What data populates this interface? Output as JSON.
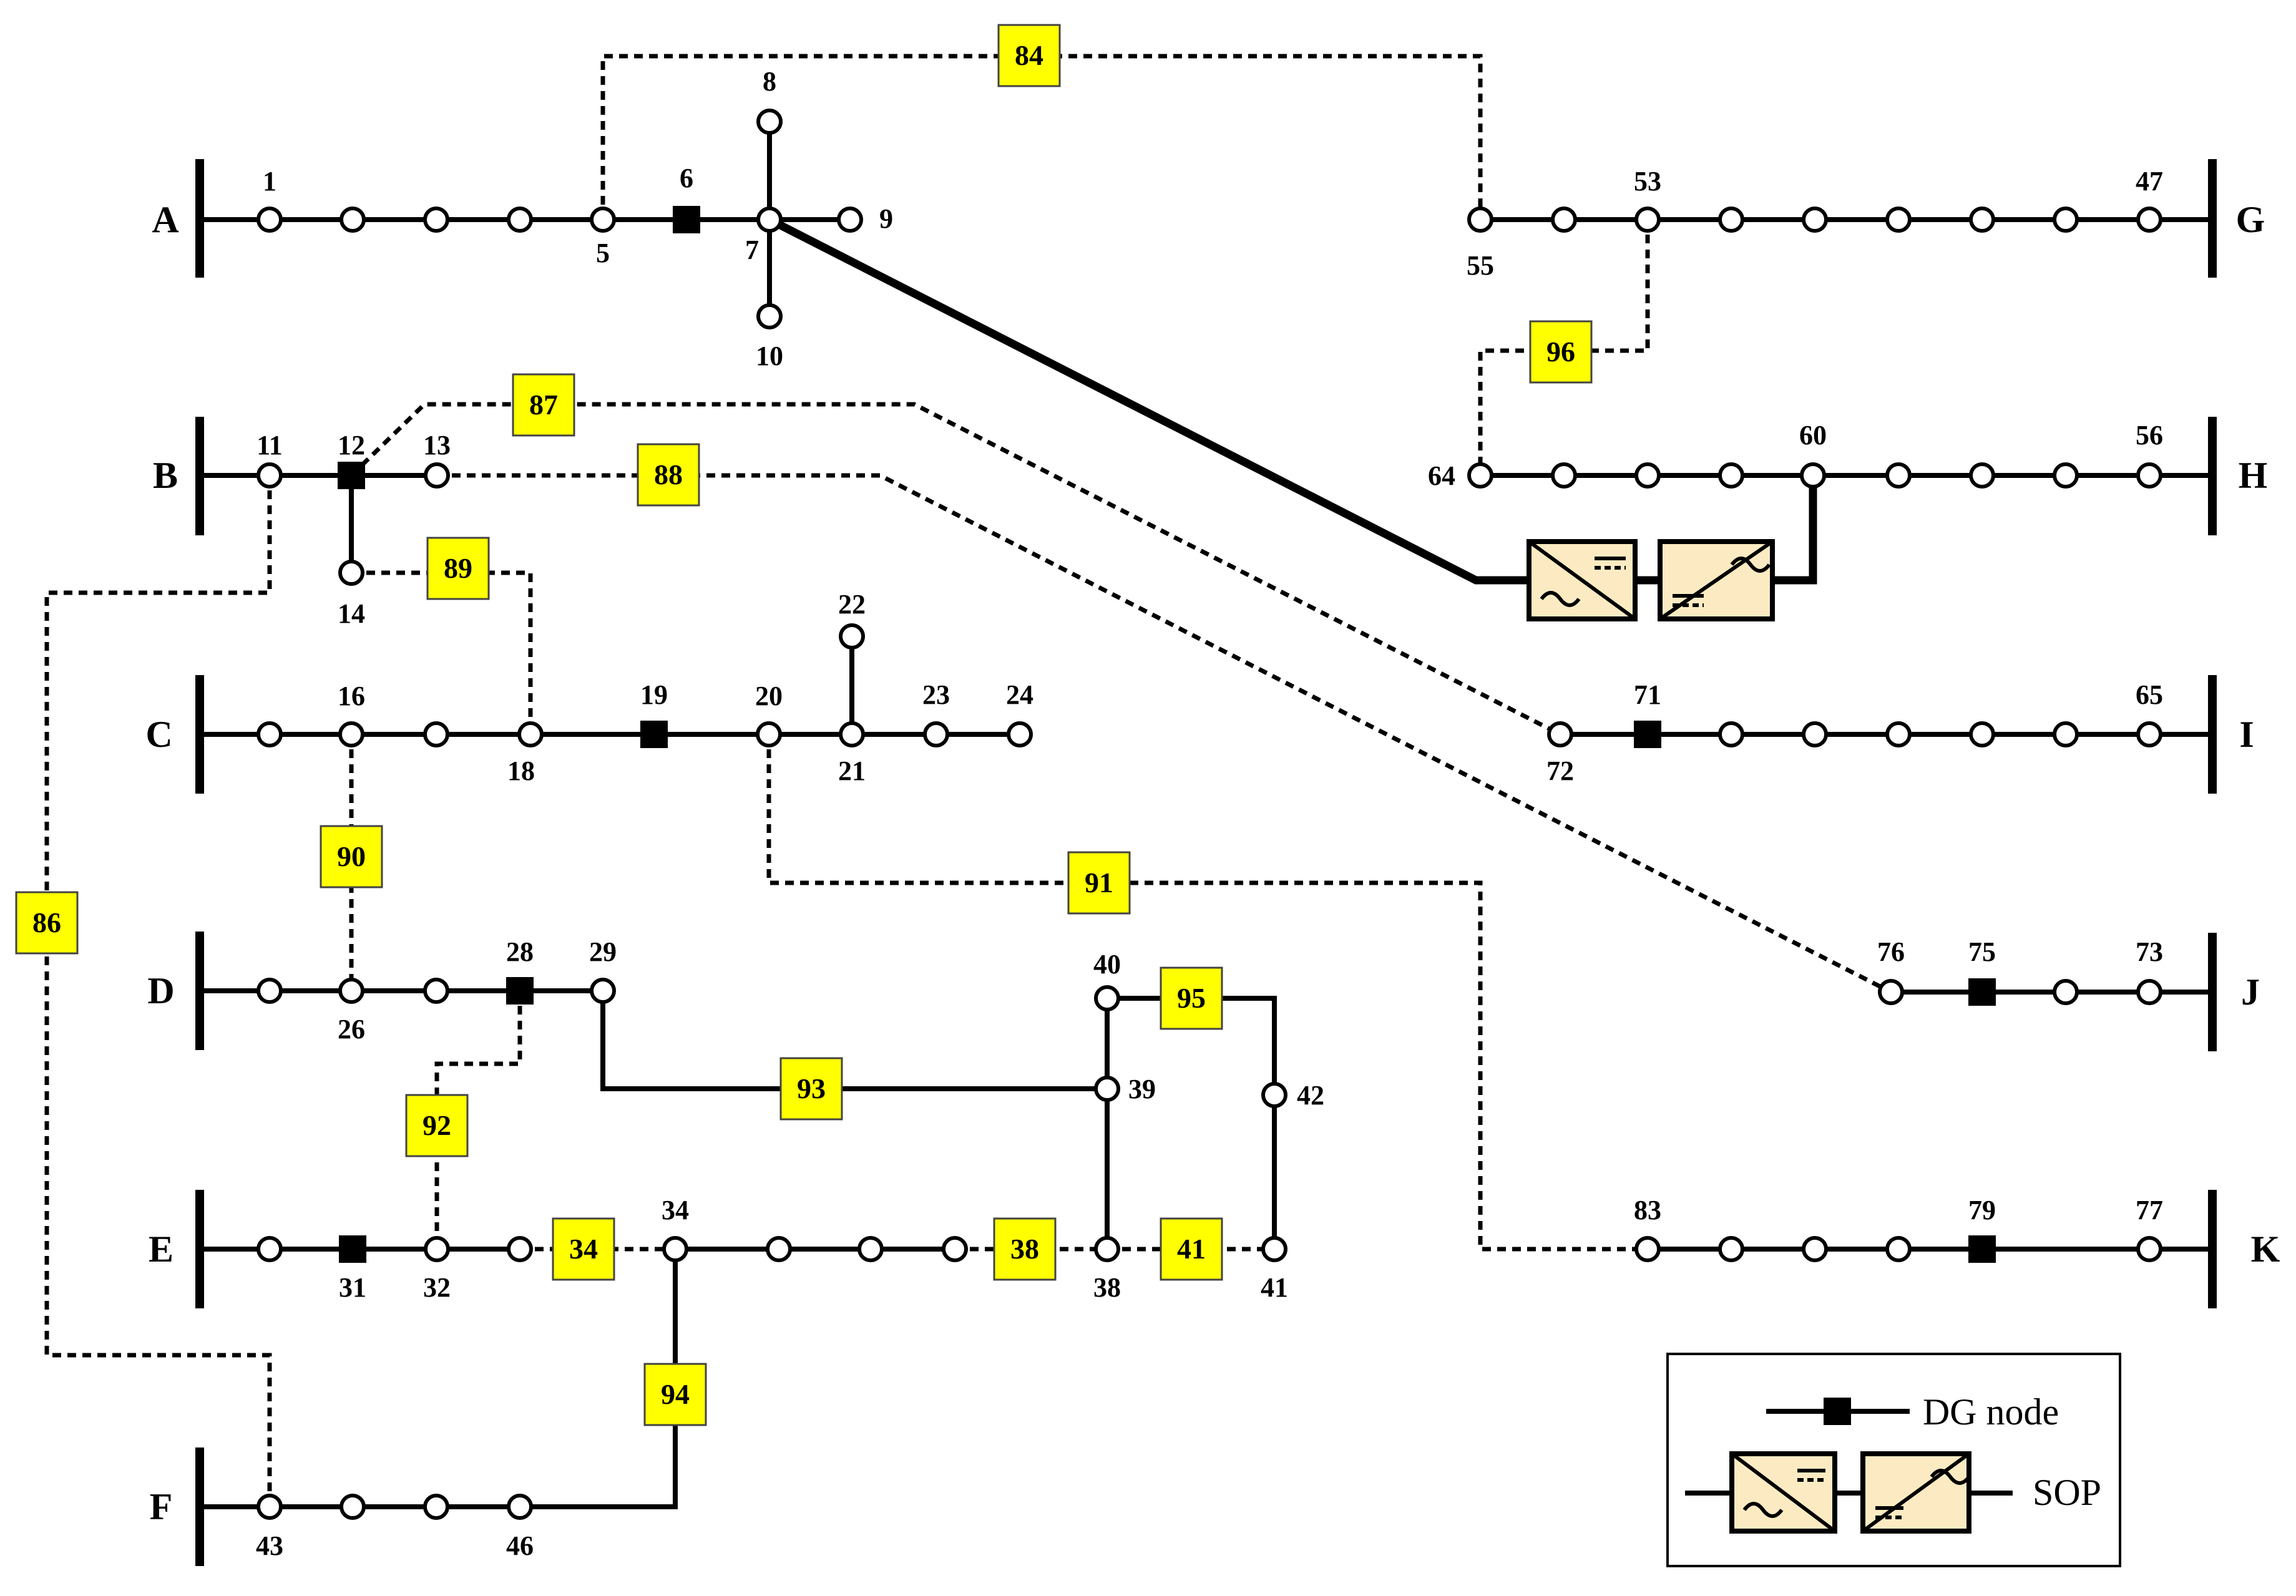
{
  "colors": {
    "tie_box": "#ffff00",
    "sop_fill": "#fcebc2",
    "line": "#000000"
  },
  "buses": [
    "A",
    "B",
    "C",
    "D",
    "E",
    "F",
    "G",
    "H",
    "I",
    "J",
    "K"
  ],
  "node_labels": [
    "1",
    "5",
    "6",
    "7",
    "8",
    "9",
    "10",
    "11",
    "12",
    "13",
    "14",
    "16",
    "18",
    "19",
    "20",
    "21",
    "22",
    "23",
    "24",
    "26",
    "28",
    "29",
    "31",
    "32",
    "34",
    "38",
    "39",
    "40",
    "41",
    "42",
    "43",
    "46",
    "47",
    "53",
    "55",
    "56",
    "60",
    "64",
    "65",
    "71",
    "72",
    "73",
    "75",
    "76",
    "77",
    "79",
    "83"
  ],
  "tie_switches": [
    "84",
    "86",
    "87",
    "88",
    "89",
    "90",
    "91",
    "92",
    "93",
    "94",
    "95",
    "96",
    "34",
    "38",
    "41"
  ],
  "legend": {
    "dg_label": "DG node",
    "sop_label": "SOP"
  }
}
